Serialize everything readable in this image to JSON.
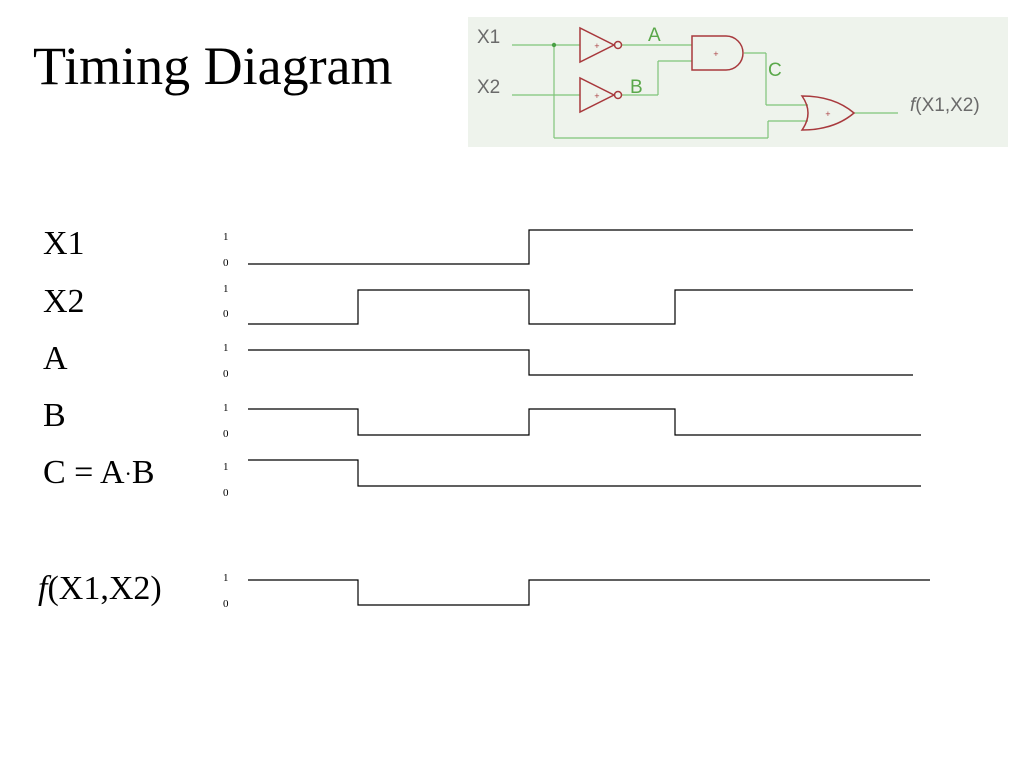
{
  "title": "Timing Diagram",
  "circuit": {
    "input_x1": "X1",
    "input_x2": "X2",
    "node_a": "A",
    "node_b": "B",
    "node_c": "C",
    "output_fn": "f",
    "output_args": "(X1,X2)",
    "colors": {
      "wire": "#7fc47a",
      "gate": "#a8393d",
      "background": "#eef3ec"
    }
  },
  "signals": [
    {
      "name": "X1",
      "levels": [
        0,
        0,
        1,
        1,
        1
      ],
      "high_label": "1",
      "low_label": "0"
    },
    {
      "name": "X2",
      "levels": [
        0,
        1,
        0,
        1,
        1
      ],
      "high_label": "1",
      "low_label": "0"
    },
    {
      "name": "A",
      "levels": [
        1,
        1,
        0,
        0,
        0
      ],
      "high_label": "1",
      "low_label": "0"
    },
    {
      "name": "B",
      "levels": [
        1,
        0,
        1,
        0,
        0
      ],
      "high_label": "1",
      "low_label": "0"
    },
    {
      "name_lhs": "C = A",
      "name_op": "·",
      "name_rhs": "B",
      "levels": [
        1,
        0,
        0,
        0,
        0
      ],
      "high_label": "1",
      "low_label": "0"
    },
    {
      "name_fn": "f",
      "name_args": "(X1,X2)",
      "levels": [
        1,
        0,
        1,
        1,
        1
      ],
      "high_label": "1",
      "low_label": "0"
    }
  ]
}
